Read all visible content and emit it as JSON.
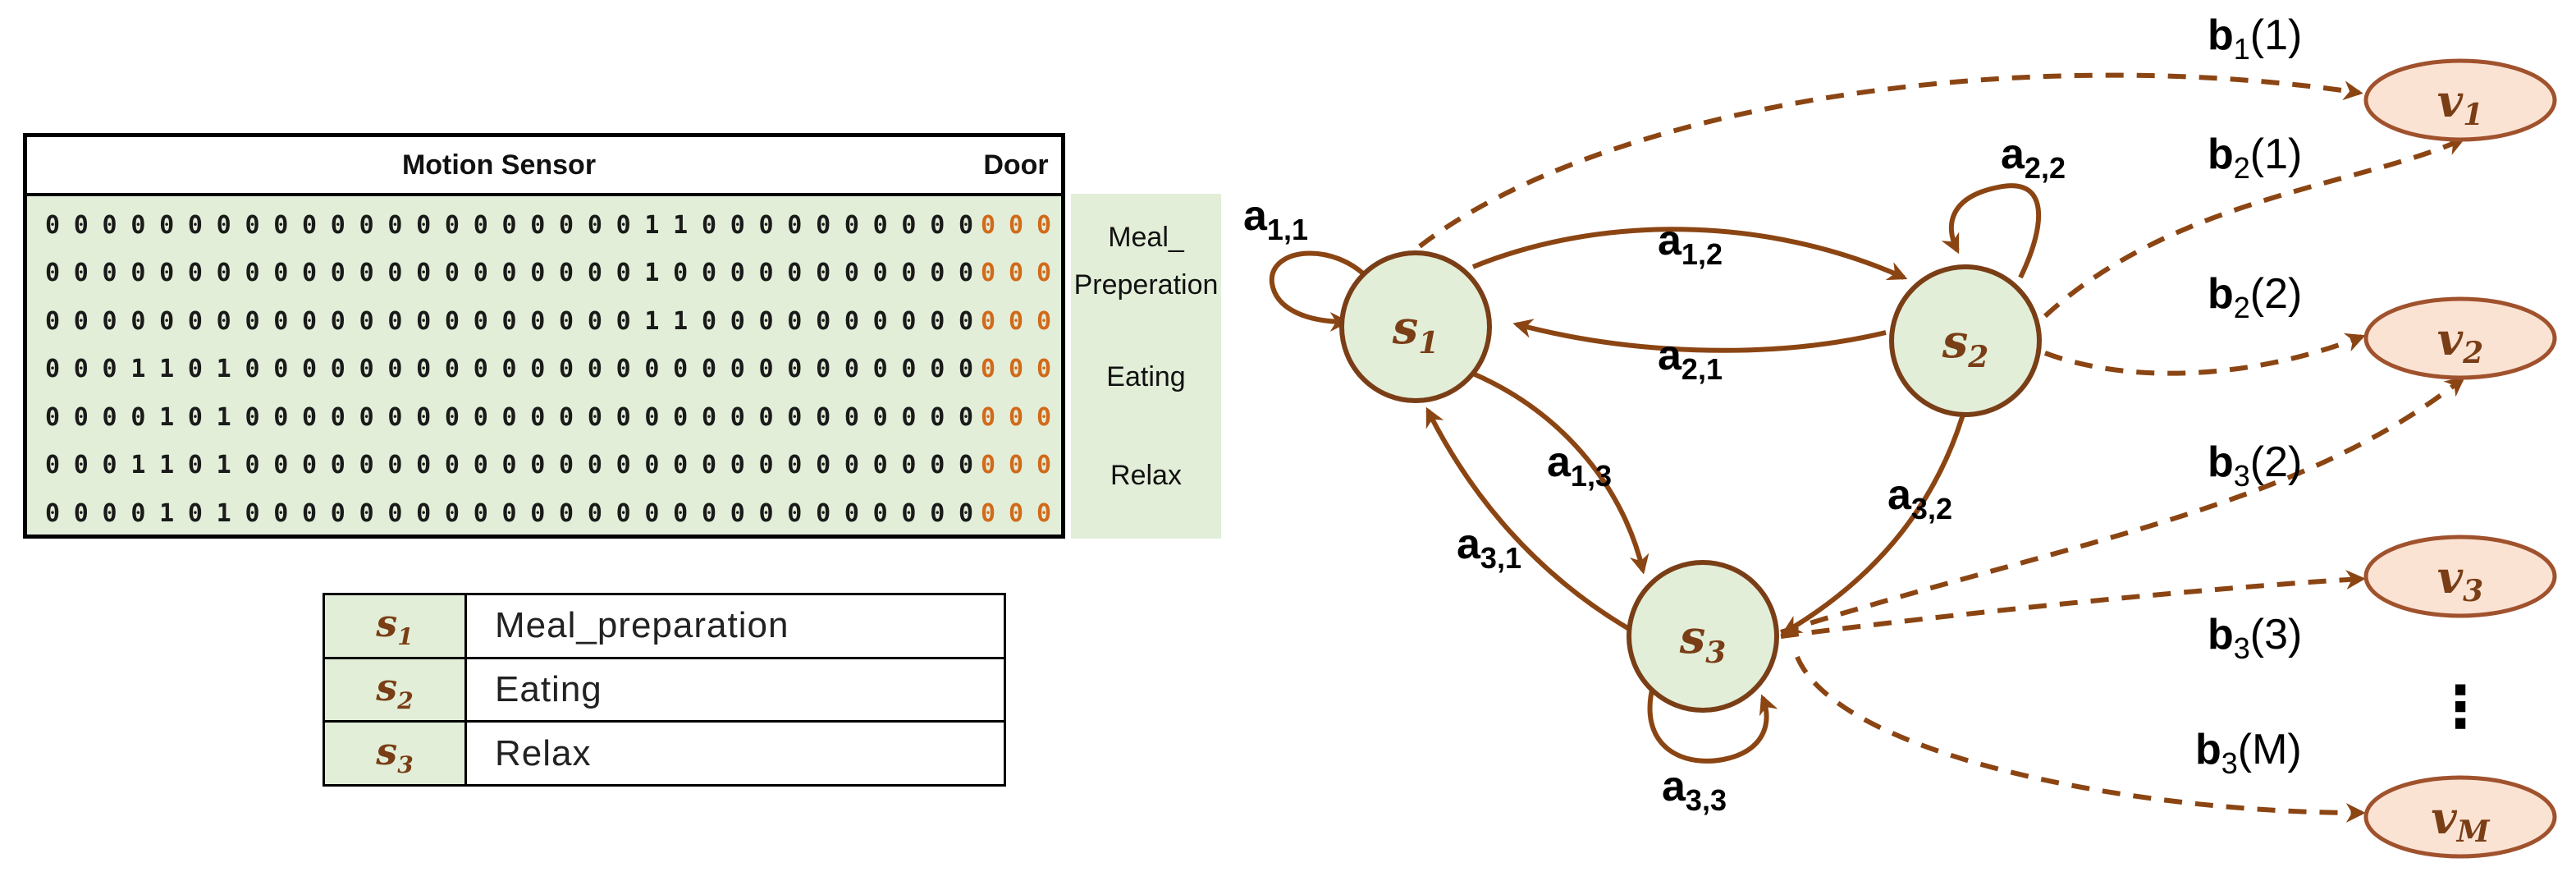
{
  "sensor_table": {
    "motion_header": "Motion Sensor",
    "door_header": "Door",
    "rows": [
      {
        "motion": "000000000000000000000110000000000",
        "door": "000"
      },
      {
        "motion": "000000000000000000000100000000000",
        "door": "000"
      },
      {
        "motion": "000000000000000000000110000000000",
        "door": "000"
      },
      {
        "motion": "000110100000000000000000000000000",
        "door": "000"
      },
      {
        "motion": "000010100000000000000000000000000",
        "door": "000"
      },
      {
        "motion": "000110100000000000000000000000000",
        "door": "000"
      },
      {
        "motion": "000010100000000000000000000000000",
        "door": "000"
      }
    ],
    "activity_labels": [
      "Meal_",
      "Preperation",
      "Eating",
      "Relax"
    ]
  },
  "legend": [
    {
      "symbol": "s",
      "index": "1",
      "name": "Meal_preparation"
    },
    {
      "symbol": "s",
      "index": "2",
      "name": "Eating"
    },
    {
      "symbol": "s",
      "index": "3",
      "name": "Relax"
    }
  ],
  "diagram": {
    "states": [
      {
        "symbol": "s",
        "index": "1"
      },
      {
        "symbol": "s",
        "index": "2"
      },
      {
        "symbol": "s",
        "index": "3"
      }
    ],
    "observations": [
      {
        "symbol": "v",
        "index": "1"
      },
      {
        "symbol": "v",
        "index": "2"
      },
      {
        "symbol": "v",
        "index": "3"
      },
      {
        "symbol": "v",
        "index": "M"
      }
    ],
    "ellipsis": "⋮",
    "transitions": [
      {
        "sym": "a",
        "idx": "1,1"
      },
      {
        "sym": "a",
        "idx": "1,2"
      },
      {
        "sym": "a",
        "idx": "2,1"
      },
      {
        "sym": "a",
        "idx": "2,2"
      },
      {
        "sym": "a",
        "idx": "1,3"
      },
      {
        "sym": "a",
        "idx": "3,1"
      },
      {
        "sym": "a",
        "idx": "3,2"
      },
      {
        "sym": "a",
        "idx": "3,3"
      }
    ],
    "emissions": [
      {
        "sym": "b",
        "idx": "1",
        "arg": "(1)"
      },
      {
        "sym": "b",
        "idx": "2",
        "arg": "(1)"
      },
      {
        "sym": "b",
        "idx": "2",
        "arg": "(2)"
      },
      {
        "sym": "b",
        "idx": "3",
        "arg": "(2)"
      },
      {
        "sym": "b",
        "idx": "3",
        "arg": "(3)"
      },
      {
        "sym": "b",
        "idx": "3",
        "arg": "(M)"
      }
    ]
  },
  "colors": {
    "state_fill": "#e2eed8",
    "state_stroke": "#7a3e16",
    "observation_fill": "#fbe3d4",
    "arrow": "#8b4513",
    "door_bits": "#d16a1a"
  }
}
